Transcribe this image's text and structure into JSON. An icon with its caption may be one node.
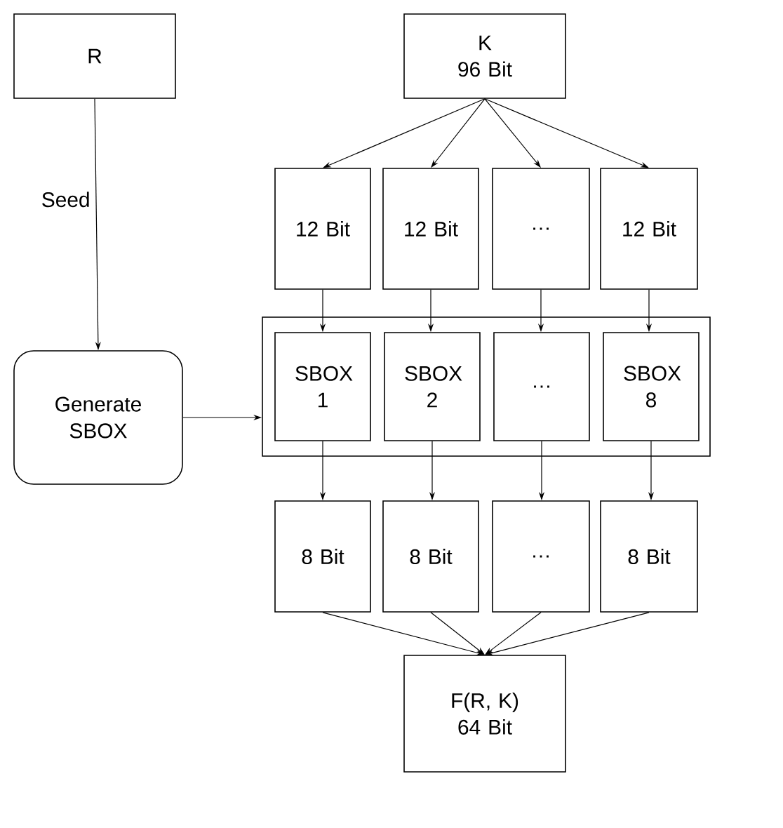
{
  "diagram": {
    "nodes": [
      {
        "text": [
          "R"
        ]
      },
      {
        "text": [
          "K",
          "96 Bit"
        ]
      },
      {
        "text": [
          "12 Bit"
        ]
      },
      {
        "text": [
          "12 Bit"
        ]
      },
      {
        "text": [
          "…"
        ]
      },
      {
        "text": [
          "12 Bit"
        ]
      },
      {
        "text": [
          "Generate SBOX"
        ]
      },
      {
        "text": [],
        "shape": "box"
      },
      {
        "text": [
          "SBOX 1"
        ],
        "in": 7
      },
      {
        "text": [
          "SBOX 2"
        ],
        "in": 7
      },
      {
        "text": [
          "…"
        ],
        "in": 7
      },
      {
        "text": [
          "SBOX 8"
        ],
        "in": 7
      },
      {
        "text": [
          "8 Bit"
        ]
      },
      {
        "text": [
          "8 Bit"
        ]
      },
      {
        "text": [
          "…"
        ]
      },
      {
        "text": [
          "8 Bit"
        ]
      },
      {
        "text": [
          "F(R, K)",
          "64 Bit"
        ]
      }
    ],
    "edges": [
      {
        "from": 0,
        "to": 6,
        "arrow": "to",
        "label": "Seed"
      },
      {
        "from": 1,
        "to": 2,
        "arrow": "to"
      },
      {
        "from": 1,
        "to": 3,
        "arrow": "to"
      },
      {
        "from": 1,
        "to": 4,
        "arrow": "to"
      },
      {
        "from": 1,
        "to": 5,
        "arrow": "to"
      },
      {
        "from": 6,
        "to": 7,
        "arrow": "to"
      },
      {
        "from": 2,
        "to": 8,
        "arrow": "to"
      },
      {
        "from": 3,
        "to": 9,
        "arrow": "to"
      },
      {
        "from": 4,
        "to": 10,
        "arrow": "to"
      },
      {
        "from": 5,
        "to": 11,
        "arrow": "to"
      },
      {
        "from": 8,
        "to": 12,
        "arrow": "to"
      },
      {
        "from": 9,
        "to": 13,
        "arrow": "to"
      },
      {
        "from": 10,
        "to": 14,
        "arrow": "to"
      },
      {
        "from": 11,
        "to": 15,
        "arrow": "to"
      },
      {
        "from": 12,
        "to": 16,
        "arrow": "to"
      },
      {
        "from": 13,
        "to": 16,
        "arrow": "to"
      },
      {
        "from": 14,
        "to": 16,
        "arrow": "to"
      },
      {
        "from": 15,
        "to": 16,
        "arrow": "to"
      }
    ]
  }
}
